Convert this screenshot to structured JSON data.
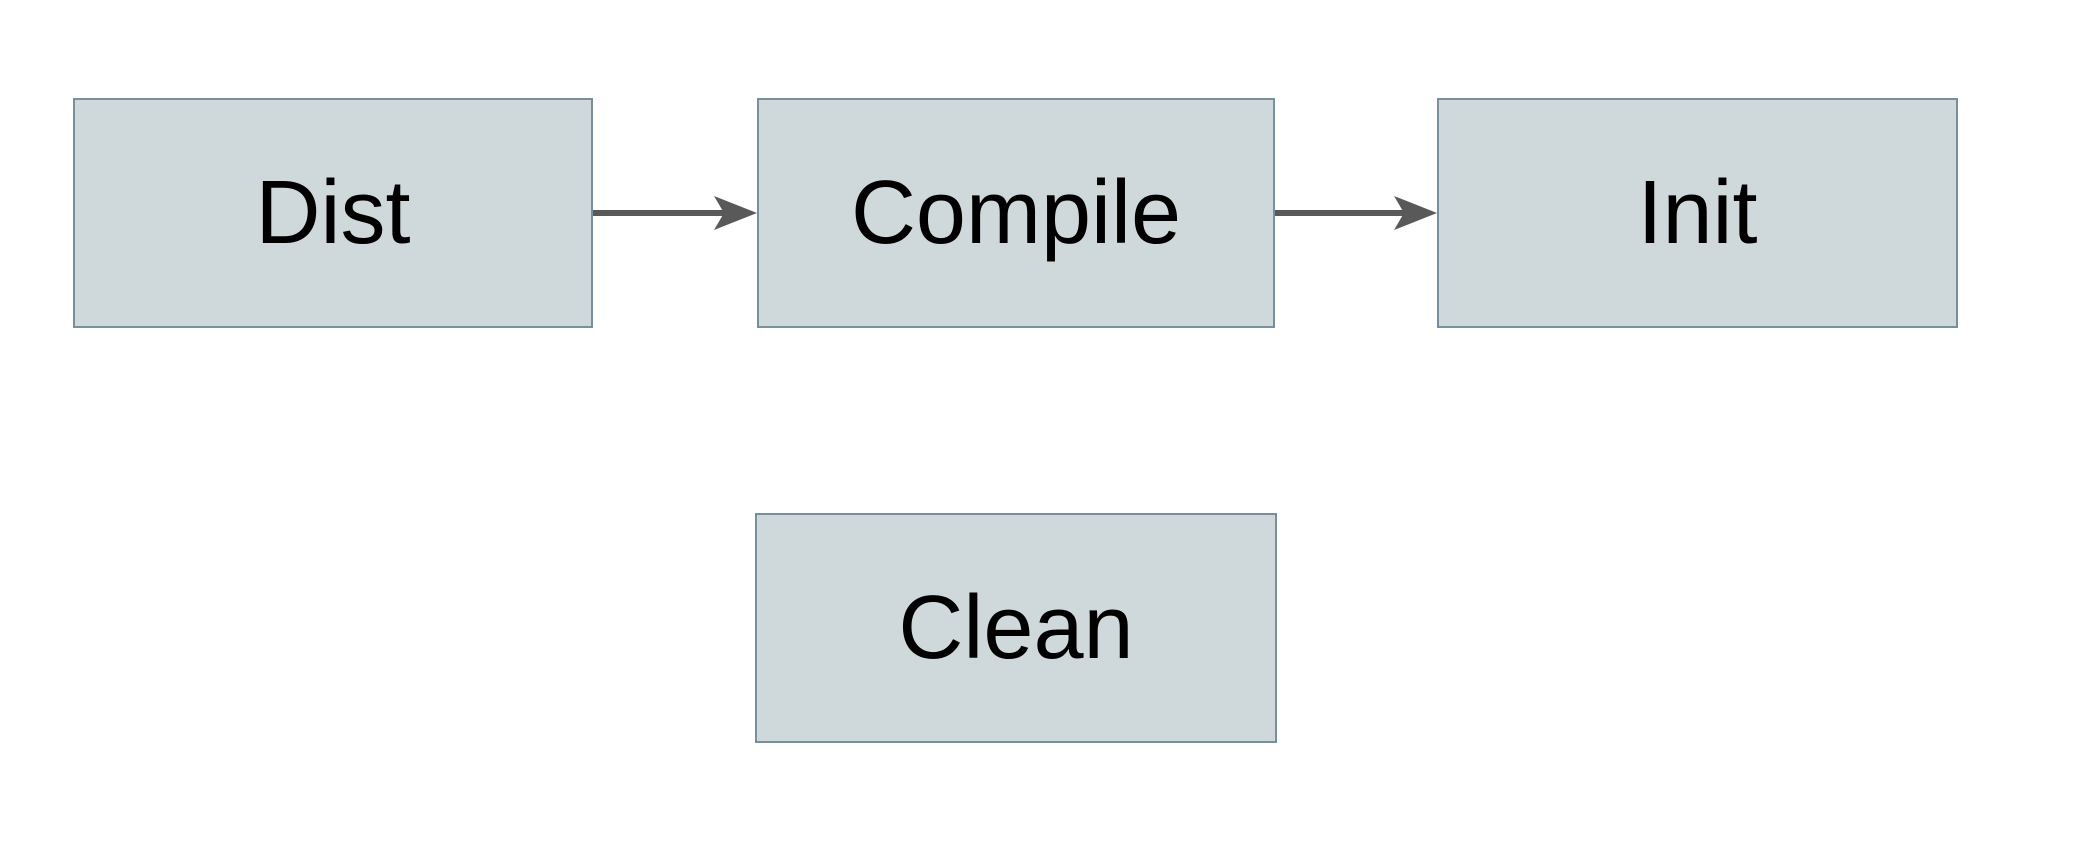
{
  "diagram": {
    "type": "flowchart",
    "background_color": "#ffffff",
    "colors": {
      "node_fill": "#cfd8db",
      "node_border": "#78909c",
      "arrow": "#595959",
      "label_text": "#000000"
    },
    "nodes": [
      {
        "id": "dist",
        "label": "Dist"
      },
      {
        "id": "compile",
        "label": "Compile"
      },
      {
        "id": "init",
        "label": "Init"
      },
      {
        "id": "clean",
        "label": "Clean"
      }
    ],
    "connectors": [
      {
        "from": "dist",
        "to": "compile",
        "style": "solid-right-arrow"
      },
      {
        "from": "compile",
        "to": "init",
        "style": "solid-right-arrow"
      }
    ]
  }
}
